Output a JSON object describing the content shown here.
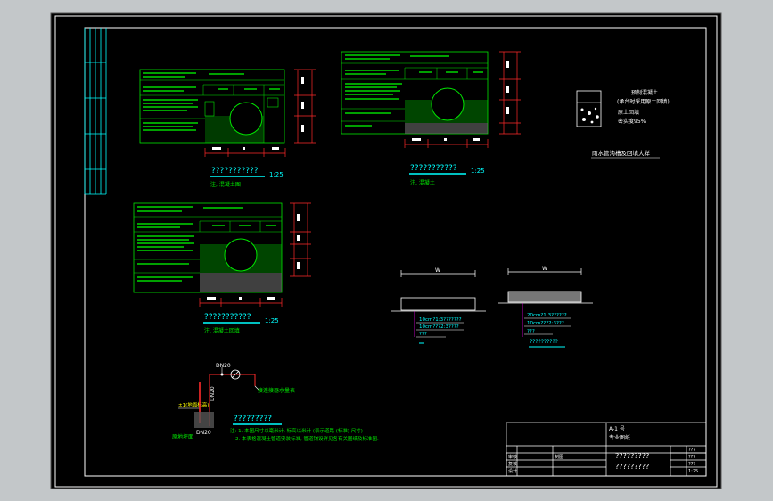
{
  "colors": {
    "background": "#c3c7c9",
    "sheet": "#000000",
    "frame": "#ffffff",
    "green": "#00e600",
    "cyan": "#00ffff",
    "red": "#ff2a2a",
    "magenta": "#ff00ff",
    "yellow": "#ffff00"
  },
  "detail1": {
    "title": "???????????",
    "scale": "1:25",
    "caption": "注, 混凝土图"
  },
  "detail2": {
    "title": "???????????",
    "scale": "1:25",
    "caption": "注, 混凝土"
  },
  "detail3": {
    "title": "???????????",
    "scale": "1:25",
    "caption": "注, 混凝土回填"
  },
  "section1": {
    "dim": "W",
    "lines": [
      "10cm?1:3???????",
      "10cm???2:3????",
      "???"
    ]
  },
  "section2": {
    "dim": "W",
    "lines": [
      "20cm?1:3??????",
      "10cm???2:3???",
      "???"
    ],
    "caption": "??????????"
  },
  "legend": {
    "line1": "预制混凝土",
    "line2": "(承台时采用原土回填)",
    "line3": "原土回填",
    "line4": "密实度95%",
    "title": "雨水管沟槽及回填大样"
  },
  "pipe_detail": {
    "label_top": "DN20",
    "label_left": "DN20",
    "label_right": "接连接器水量表",
    "label_ground": "±1(地面标高)",
    "label_bottom": "DN20",
    "label_box": "原地坪面",
    "title": "?????????",
    "note1": "注: 1. 本图尺寸以毫米计, 标高以米计 (表示道路 (标准) 尺寸)",
    "note2": "2. 本表格混凝土管道安装标准, 管道铺设详见各有关图纸及标准图."
  },
  "title_block": {
    "header1": "A-1 号",
    "header2": "专业图纸",
    "drawing_title": "?????????",
    "drawing_sub": "?????????",
    "rows": [
      "审核",
      "复核",
      "设计",
      "制图"
    ],
    "codes": [
      "???",
      "???",
      "???",
      "1:25"
    ]
  }
}
